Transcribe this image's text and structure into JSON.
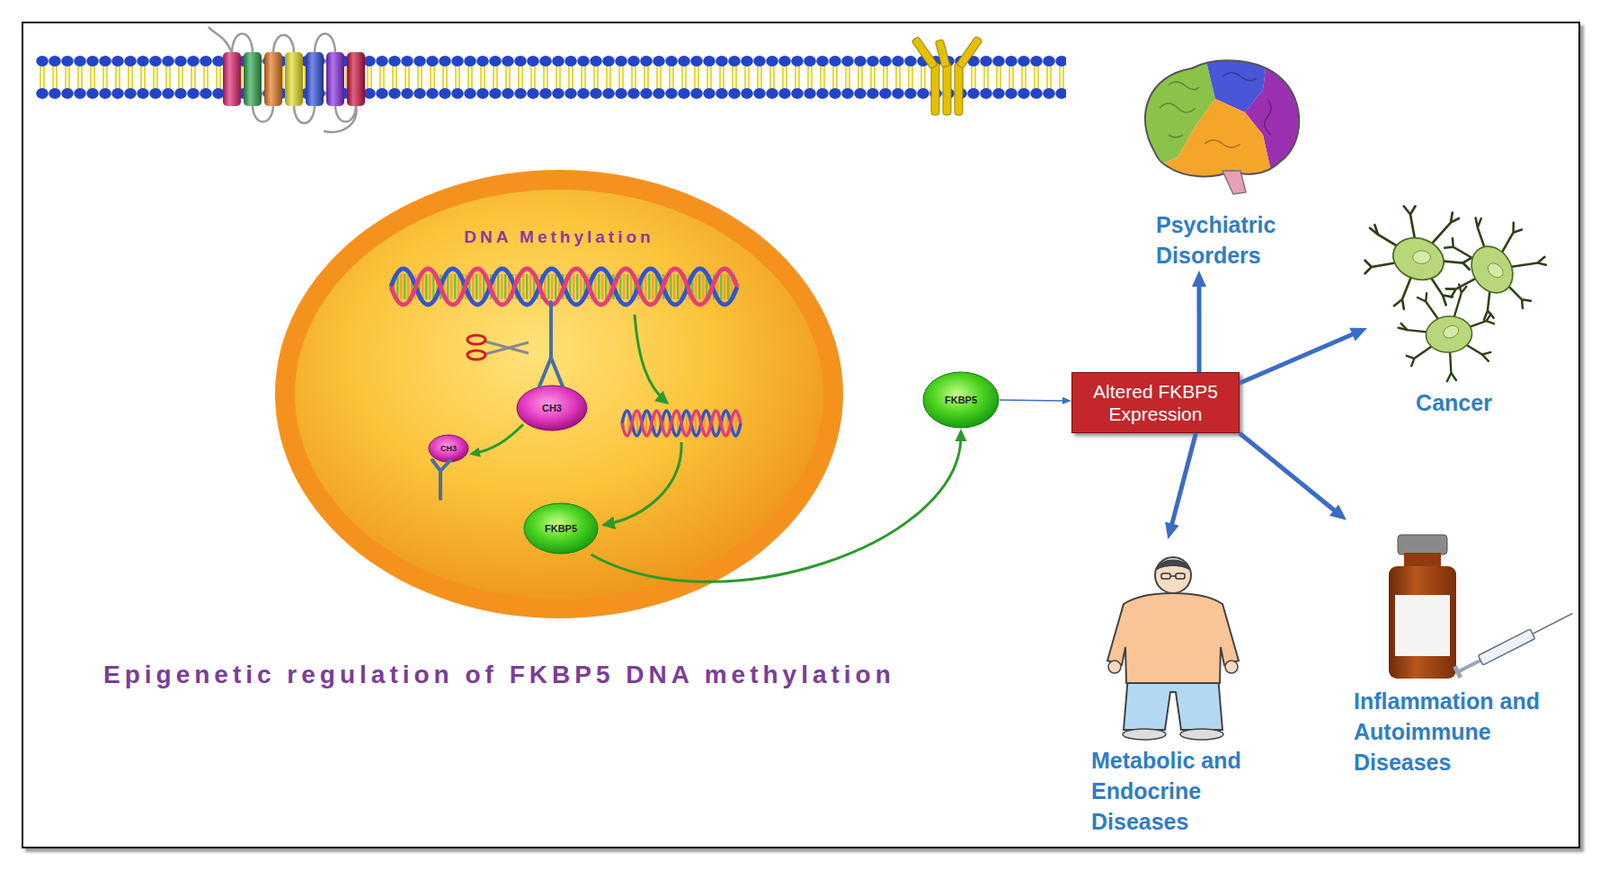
{
  "diagram": {
    "title": "Epigenetic regulation of FKBP5 DNA methylation",
    "nodes": [
      {
        "text": [
          "DNA Methylation"
        ]
      },
      {
        "text": [
          "CH3"
        ],
        "in": 0
      },
      {
        "text": [
          "CH3"
        ],
        "in": 0
      },
      {
        "text": [
          "FKBP5"
        ],
        "in": 0
      },
      {
        "text": [
          "FKBP5"
        ]
      },
      {
        "text": [
          "Altered FKBP5 Expression"
        ]
      },
      {
        "text": [
          "Psychiatric Disorders"
        ]
      },
      {
        "text": [
          "Cancer"
        ]
      },
      {
        "text": [
          "Metabolic and Endocrine Diseases"
        ]
      },
      {
        "text": [
          "Inflammation and Autoimmune Diseases"
        ]
      }
    ],
    "edges": [
      {
        "from": 1,
        "to": 2,
        "arrow": "to"
      },
      {
        "from": 3,
        "to": 4,
        "arrow": "to"
      },
      {
        "from": 4,
        "to": 5,
        "arrow": "to"
      },
      {
        "from": 5,
        "to": 6,
        "arrow": "to"
      },
      {
        "from": 5,
        "to": 7,
        "arrow": "to"
      },
      {
        "from": 5,
        "to": 8,
        "arrow": "to"
      },
      {
        "from": 5,
        "to": 9,
        "arrow": "to"
      }
    ]
  }
}
